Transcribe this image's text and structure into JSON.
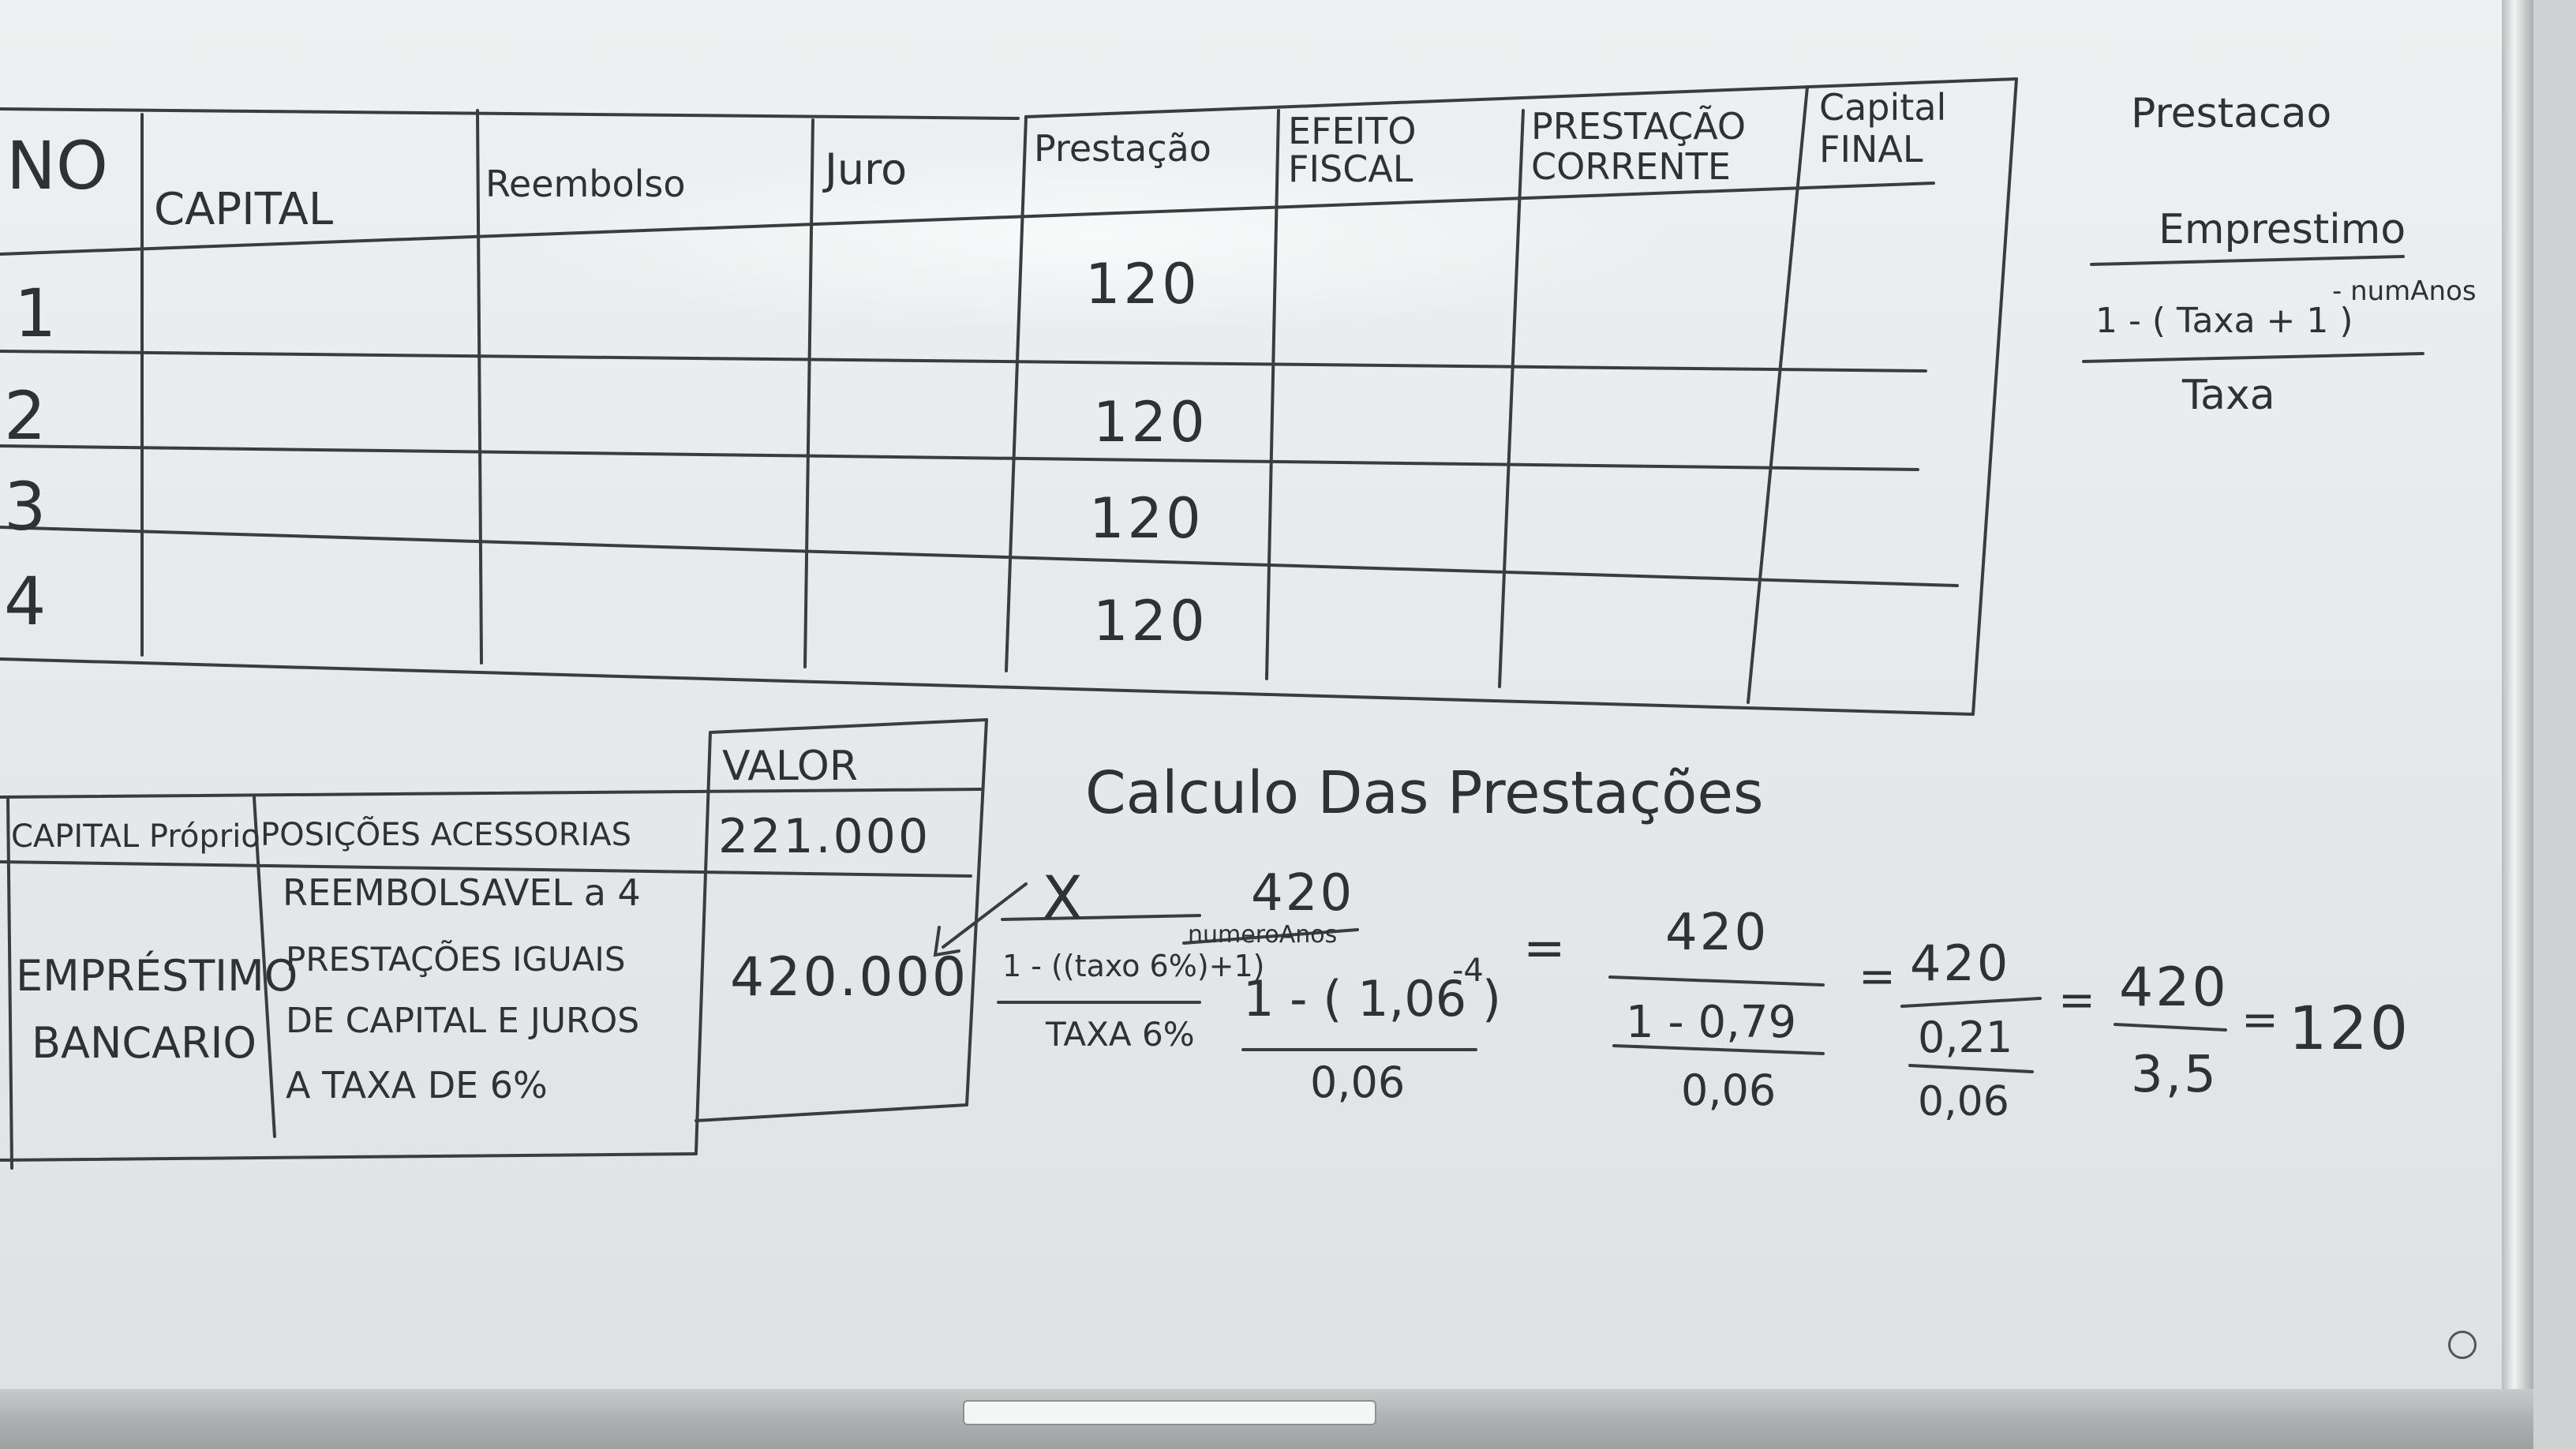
{
  "board": {
    "table": {
      "headers": [
        "NO",
        "CAPITAL",
        "Reembolso",
        "Juro",
        "Prestação",
        "EFEITO FISCAL",
        "PRESTAÇÃO CORRENTE",
        "Capital FINAL"
      ],
      "rows": [
        {
          "no": "1",
          "prestacao": "120"
        },
        {
          "no": "2",
          "prestacao": "120"
        },
        {
          "no": "3",
          "prestacao": "120"
        },
        {
          "no": "4",
          "prestacao": "120"
        }
      ]
    },
    "formula": {
      "title": "Prestacao",
      "numerator": "Emprestimo",
      "denominator": "1 - ( Taxa + 1 )",
      "exponent": "- numAnos",
      "divisor": "Taxa"
    },
    "funding": {
      "valor_header": "VALOR",
      "row1": {
        "type": "CAPITAL Próprio",
        "desc": "POSIÇÕES ACESSORIAS",
        "value": "221.000"
      },
      "row2": {
        "type_line1": "EMPRÉSTIMO",
        "type_line2": "BANCARIO",
        "desc_lines": [
          "REEMBOLSAVEL a 4",
          "PRESTAÇÕES IGUAIS",
          "DE CAPITAL E JUROS",
          "A TAXA DE 6%"
        ],
        "value": "420.000"
      }
    },
    "calc": {
      "title": "Calculo Das Prestações",
      "x": "X",
      "x_den_top": "1 - ((taxo 6%)+1)",
      "x_den_bottom": "TAXA 6%",
      "step1_num": "420",
      "step1_note": "numeroAnos",
      "step1_den": "1 - ( 1,06 )",
      "step1_exp": "-4",
      "step1_div": "0,06",
      "step2_num": "420",
      "step2_den": "1 - 0,79",
      "step2_div": "0,06",
      "step3_num": "420",
      "step3_den": "0,21",
      "step3_div": "0,06",
      "step4_num": "420",
      "step4_den": "3,5",
      "result": "120",
      "eq": "="
    }
  }
}
